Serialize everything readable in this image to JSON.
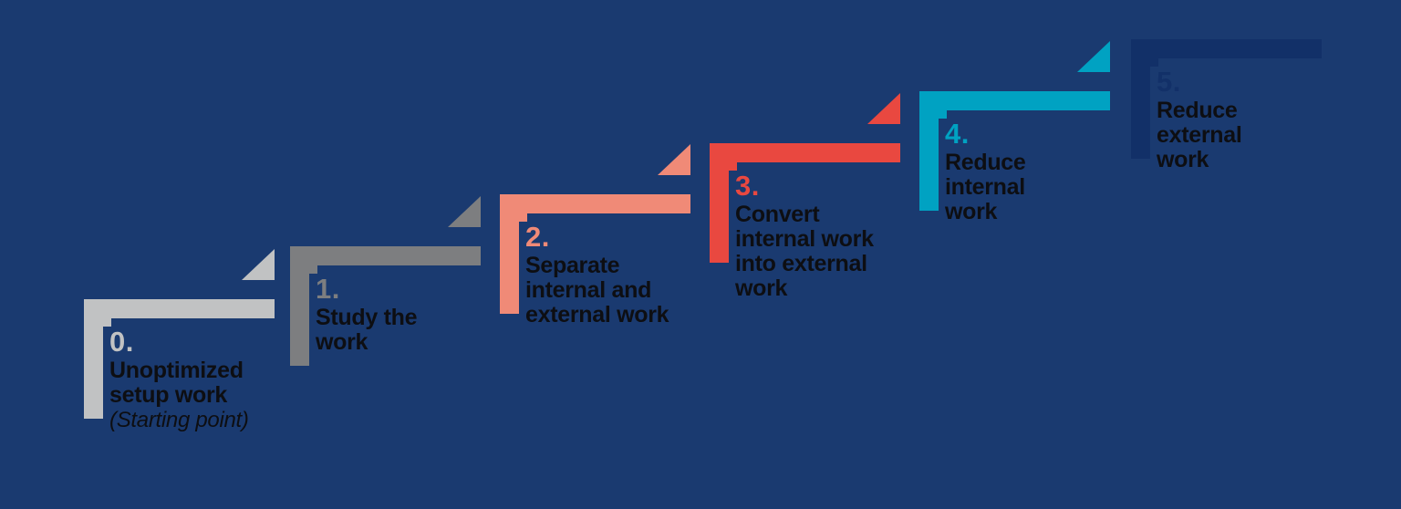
{
  "colors": {
    "background": "#1A3A70",
    "text": "#0D0E12",
    "step0": "#C1C2C3",
    "step1": "#7D7E80",
    "step2": "#F08A77",
    "step3": "#E94840",
    "step4": "#00A2C2",
    "step5": "#123068"
  },
  "steps": [
    {
      "number": "0.",
      "title": "Unoptimized\nsetup work",
      "subtitle": "(Starting point)",
      "color": "#C1C2C3"
    },
    {
      "number": "1.",
      "title": "Study the\nwork",
      "color": "#7D7E80"
    },
    {
      "number": "2.",
      "title": "Separate\ninternal and\nexternal work",
      "color": "#F08A77"
    },
    {
      "number": "3.",
      "title": "Convert\ninternal work\ninto external\nwork",
      "color": "#E94840"
    },
    {
      "number": "4.",
      "title": "Reduce\ninternal\nwork",
      "color": "#00A2C2"
    },
    {
      "number": "5.",
      "title": "Reduce\nexternal\nwork",
      "color": "#123068"
    }
  ]
}
